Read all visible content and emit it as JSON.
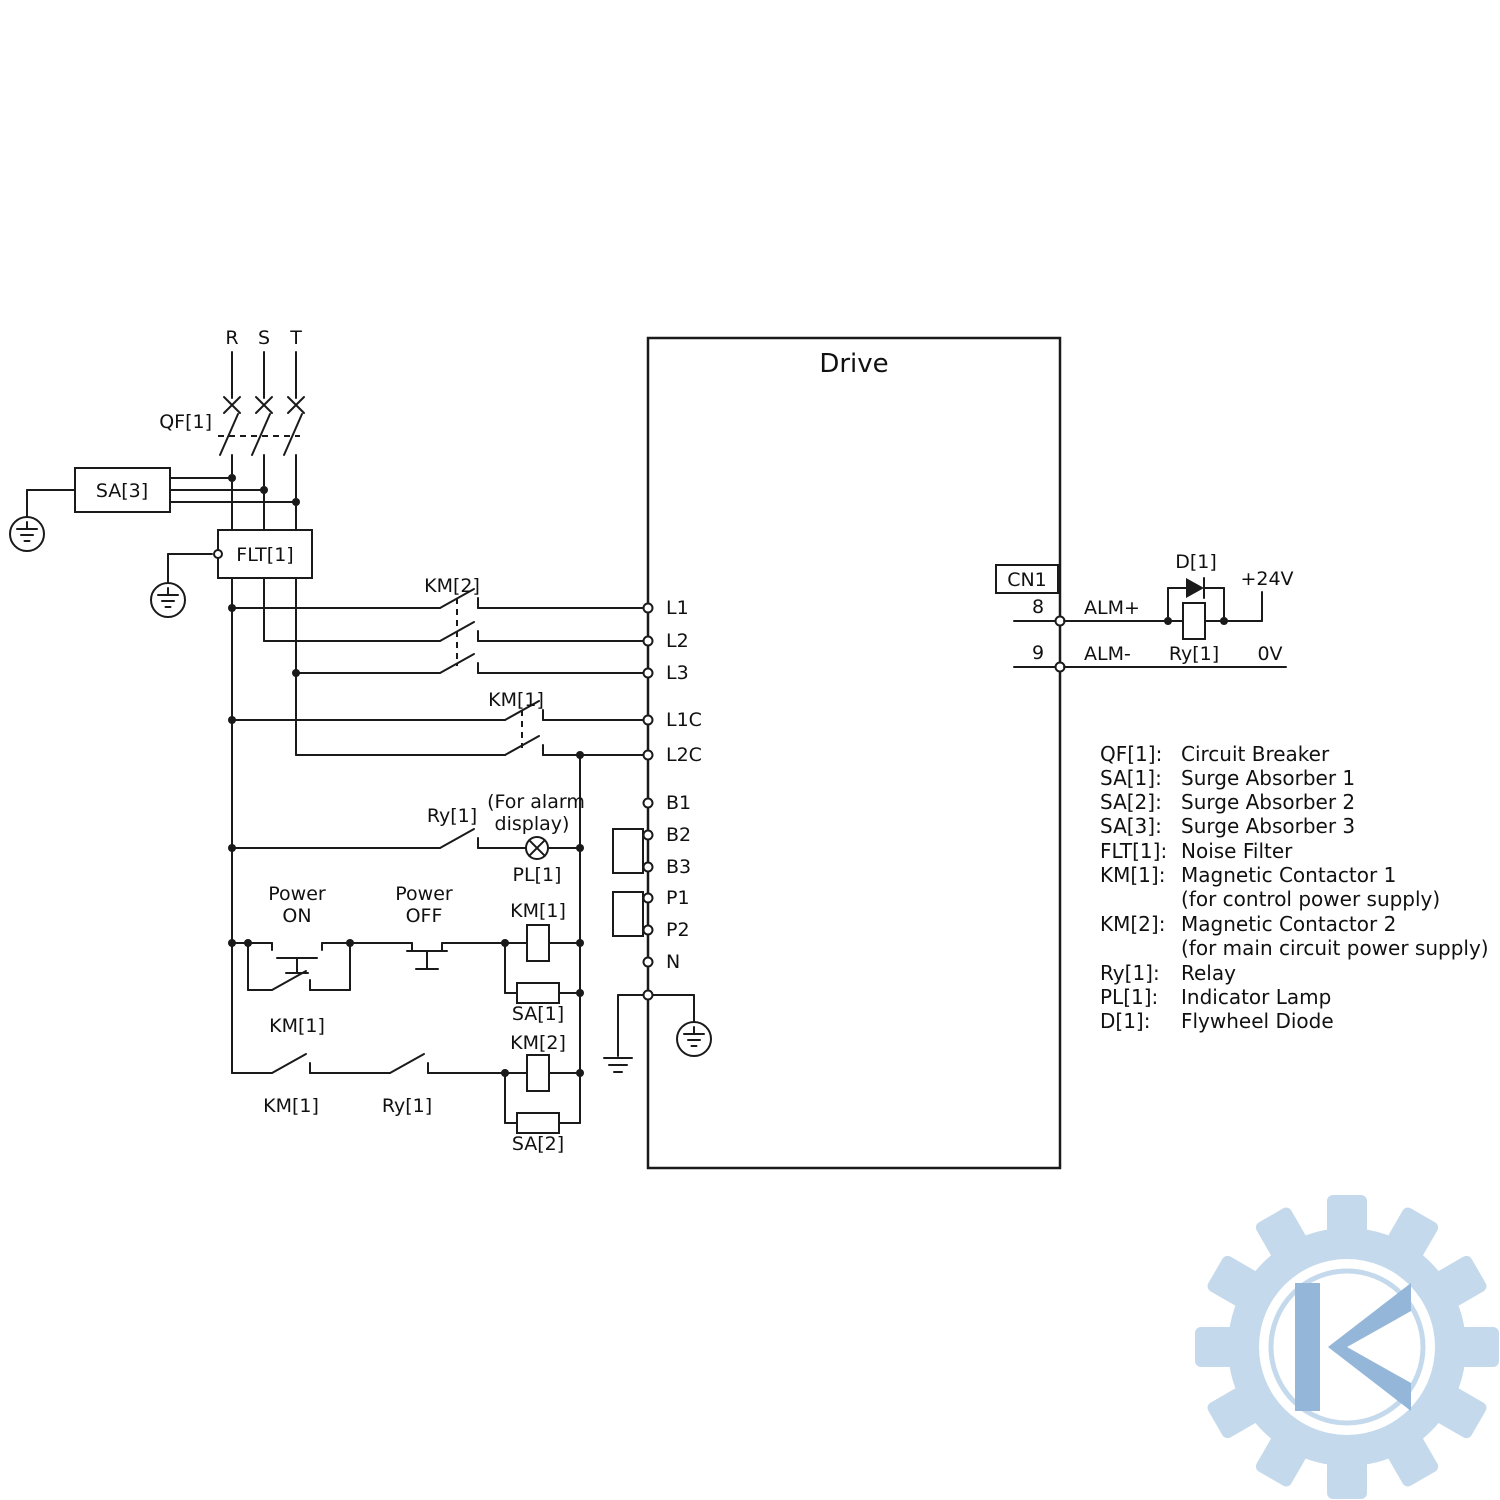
{
  "labels": {
    "phase_r": "R",
    "phase_s": "S",
    "phase_t": "T",
    "breaker": "QF[1]",
    "surge3": "SA[3]",
    "filter": "FLT[1]",
    "km2_main": "KM[2]",
    "km1_ctrl": "KM[1]",
    "ry1_alarm": "Ry[1]",
    "alarm_note1": "(For alarm",
    "alarm_note2": "display)",
    "lamp": "PL[1]",
    "power_on1": "Power",
    "power_on2": "ON",
    "power_off1": "Power",
    "power_off2": "OFF",
    "km1_coil": "KM[1]",
    "sa1": "SA[1]",
    "km1_hold": "KM[1]",
    "km1_aux": "KM[1]",
    "ry1_aux": "Ry[1]",
    "km2_coil": "KM[2]",
    "sa2": "SA[2]"
  },
  "drive": {
    "title": "Drive",
    "connector": "CN1",
    "terminals": [
      "L1",
      "L2",
      "L3",
      "L1C",
      "L2C",
      "B1",
      "B2",
      "B3",
      "P1",
      "P2",
      "N"
    ],
    "pins": [
      {
        "num": "8",
        "label": "ALM+"
      },
      {
        "num": "9",
        "label": "ALM-"
      }
    ]
  },
  "alarm": {
    "diode": "D[1]",
    "relay": "Ry[1]",
    "v_plus": "+24V",
    "v_zero": "0V"
  },
  "legend": {
    "items": [
      {
        "key": "QF[1]:",
        "desc": "Circuit Breaker"
      },
      {
        "key": "SA[1]:",
        "desc": "Surge Absorber 1"
      },
      {
        "key": "SA[2]:",
        "desc": "Surge Absorber 2"
      },
      {
        "key": "SA[3]:",
        "desc": "Surge Absorber 3"
      },
      {
        "key": "FLT[1]:",
        "desc": "Noise Filter"
      },
      {
        "key": "KM[1]:",
        "desc": "Magnetic Contactor 1"
      },
      {
        "key": "",
        "desc": "(for control power supply)"
      },
      {
        "key": "KM[2]:",
        "desc": "Magnetic Contactor 2"
      },
      {
        "key": "",
        "desc": "(for main circuit power supply)"
      },
      {
        "key": "Ry[1]:",
        "desc": "Relay"
      },
      {
        "key": "PL[1]:",
        "desc": "Indicator Lamp"
      },
      {
        "key": "D[1]:",
        "desc": "Flywheel Diode"
      }
    ]
  },
  "colors": {
    "line": "#1a1a1a",
    "watermark_gear": "#c2d8ec",
    "watermark_mark": "#8fb3d6"
  }
}
